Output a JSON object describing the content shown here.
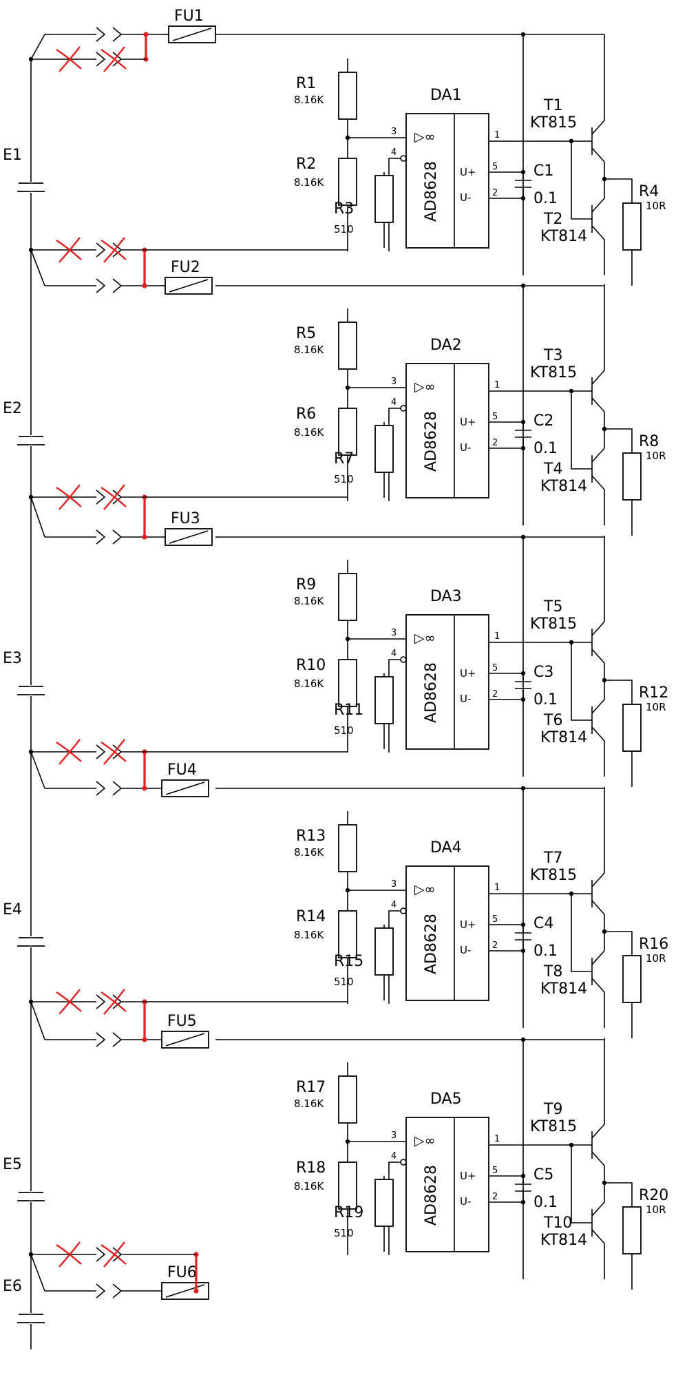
{
  "batteries": [
    "E1",
    "E2",
    "E3",
    "E4",
    "E5",
    "E6"
  ],
  "fuses": [
    "FU1",
    "FU2",
    "FU3",
    "FU4",
    "FU5",
    "FU6"
  ],
  "stages": [
    {
      "r_top": "R1",
      "r_top_val": "8.16K",
      "r_bot": "R2",
      "r_bot_val": "8.16K",
      "r_in": "R3",
      "r_in_val": "510",
      "op": "DA1",
      "op_part": "AD8628",
      "cap": "C1",
      "cap_val": "0.1",
      "tn": "T1",
      "tn_part": "KT815",
      "tp": "T2",
      "tp_part": "KT814",
      "r_out": "R4",
      "r_out_val": "10R"
    },
    {
      "r_top": "R5",
      "r_top_val": "8.16K",
      "r_bot": "R6",
      "r_bot_val": "8.16K",
      "r_in": "R7",
      "r_in_val": "510",
      "op": "DA2",
      "op_part": "AD8628",
      "cap": "C2",
      "cap_val": "0.1",
      "tn": "T3",
      "tn_part": "KT815",
      "tp": "T4",
      "tp_part": "KT814",
      "r_out": "R8",
      "r_out_val": "10R"
    },
    {
      "r_top": "R9",
      "r_top_val": "8.16K",
      "r_bot": "R10",
      "r_bot_val": "8.16K",
      "r_in": "R11",
      "r_in_val": "510",
      "op": "DA3",
      "op_part": "AD8628",
      "cap": "C3",
      "cap_val": "0.1",
      "tn": "T5",
      "tn_part": "KT815",
      "tp": "T6",
      "tp_part": "KT814",
      "r_out": "R12",
      "r_out_val": "10R"
    },
    {
      "r_top": "R13",
      "r_top_val": "8.16K",
      "r_bot": "R14",
      "r_bot_val": "8.16K",
      "r_in": "R15",
      "r_in_val": "510",
      "op": "DA4",
      "op_part": "AD8628",
      "cap": "C4",
      "cap_val": "0.1",
      "tn": "T7",
      "tn_part": "KT815",
      "tp": "T8",
      "tp_part": "KT814",
      "r_out": "R16",
      "r_out_val": "10R"
    },
    {
      "r_top": "R17",
      "r_top_val": "8.16K",
      "r_bot": "R18",
      "r_bot_val": "8.16K",
      "r_in": "R19",
      "r_in_val": "510",
      "op": "DA5",
      "op_part": "AD8628",
      "cap": "C5",
      "cap_val": "0.1",
      "tn": "T9",
      "tn_part": "KT815",
      "tp": "T10",
      "tp_part": "KT814",
      "r_out": "R20",
      "r_out_val": "10R"
    }
  ],
  "pins": {
    "in_plus": "3",
    "in_minus": "4",
    "out": "1",
    "vplus": "5",
    "vminus": "2",
    "vplus_label": "U+",
    "vminus_label": "U-",
    "op_symbol": "▷∞"
  },
  "colors": {
    "wire": "#000000",
    "mark": "#e02020"
  }
}
